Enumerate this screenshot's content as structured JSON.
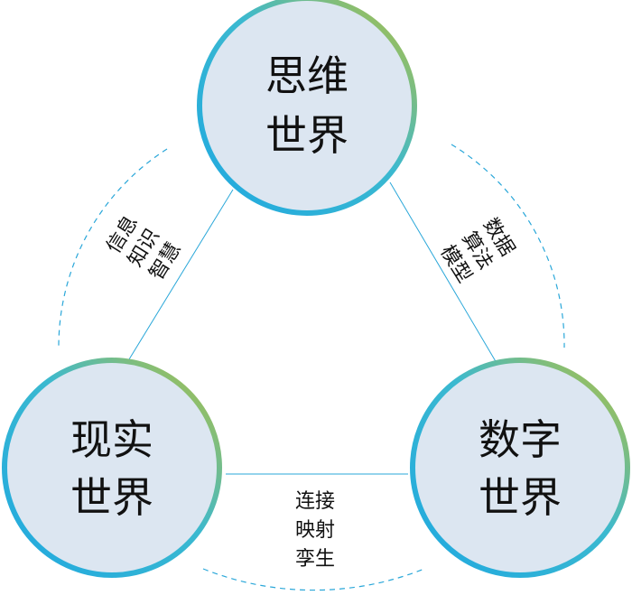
{
  "nodes": {
    "top": {
      "line1": "思维",
      "line2": "世界"
    },
    "left": {
      "line1": "现实",
      "line2": "世界"
    },
    "right": {
      "line1": "数字",
      "line2": "世界"
    }
  },
  "edges": {
    "left": {
      "line1": "信息",
      "line2": "知识",
      "line3": "智慧"
    },
    "right": {
      "line1": "数据",
      "line2": "算法",
      "line3": "模型"
    },
    "bottom": {
      "line1": "连接",
      "line2": "映射",
      "line3": "孪生"
    }
  },
  "colors": {
    "node_fill": "#dce6f1",
    "ring_blue": "#1fa8e0",
    "ring_green": "#b7c13a",
    "connector": "#2aa7d9",
    "arc_dash": "#2aa7d9"
  }
}
